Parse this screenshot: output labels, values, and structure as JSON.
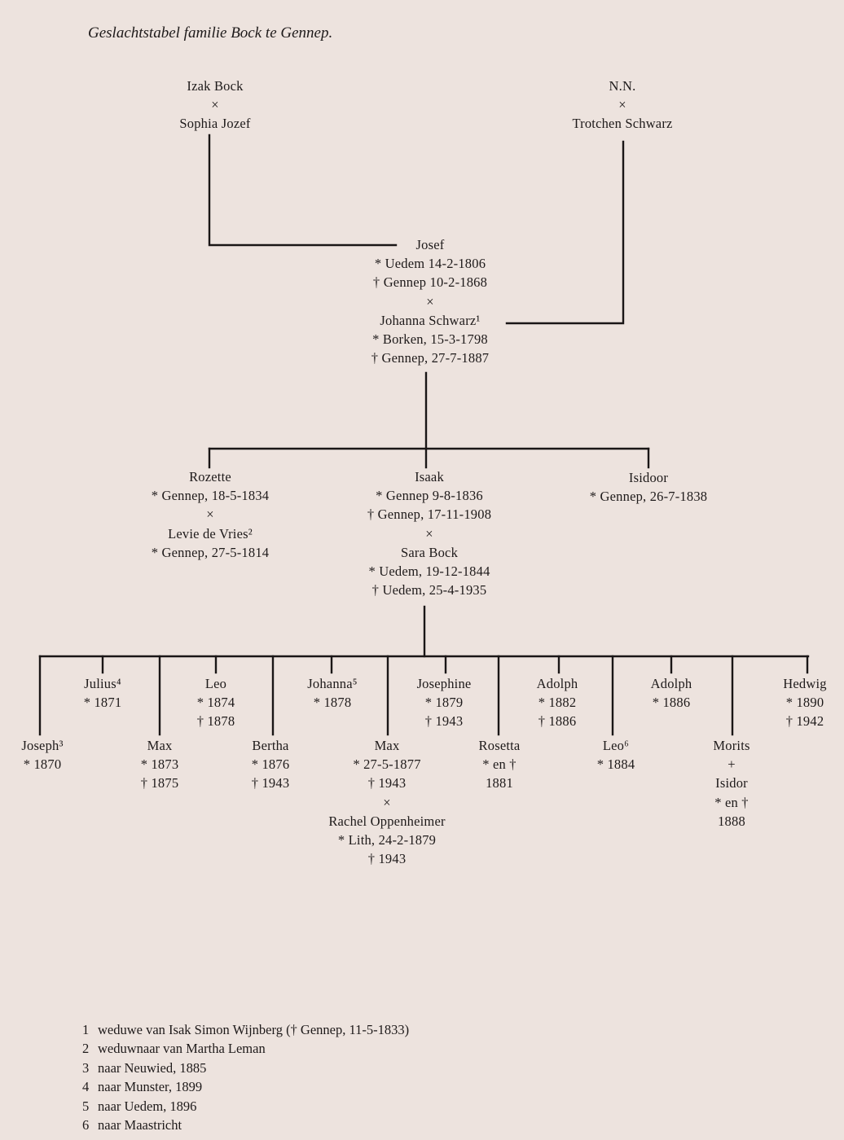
{
  "title": "Geslachtstabel familie Bock te Gennep.",
  "people": {
    "izak": {
      "lines": [
        "Izak Bock",
        "×",
        "Sophia Jozef"
      ]
    },
    "nn": {
      "lines": [
        "N.N.",
        "×",
        "Trotchen Schwarz"
      ]
    },
    "josef": {
      "lines": [
        "Josef",
        "* Uedem 14-2-1806",
        "† Gennep 10-2-1868",
        "×",
        "Johanna Schwarz¹",
        "* Borken, 15-3-1798",
        "† Gennep, 27-7-1887"
      ]
    },
    "rozette": {
      "lines": [
        "Rozette",
        "* Gennep, 18-5-1834",
        "×",
        "Levie de Vries²",
        "* Gennep, 27-5-1814"
      ]
    },
    "isaak": {
      "lines": [
        "Isaak",
        "* Gennep 9-8-1836",
        "† Gennep, 17-11-1908",
        "×",
        "Sara Bock",
        "* Uedem, 19-12-1844",
        "† Uedem, 25-4-1935"
      ]
    },
    "isidoor": {
      "lines": [
        "Isidoor",
        "* Gennep, 26-7-1838"
      ]
    },
    "joseph": {
      "lines": [
        "Joseph³",
        "* 1870"
      ]
    },
    "julius": {
      "lines": [
        "Julius⁴",
        "* 1871"
      ]
    },
    "max1": {
      "lines": [
        "Max",
        "* 1873",
        "† 1875"
      ]
    },
    "leo1": {
      "lines": [
        "Leo",
        "* 1874",
        "† 1878"
      ]
    },
    "bertha": {
      "lines": [
        "Bertha",
        "* 1876",
        "† 1943"
      ]
    },
    "johanna": {
      "lines": [
        "Johanna⁵",
        "* 1878"
      ]
    },
    "max2": {
      "lines": [
        "Max",
        "* 27-5-1877",
        "† 1943",
        "×",
        "Rachel Oppenheimer",
        "* Lith, 24-2-1879",
        "† 1943"
      ]
    },
    "josephine": {
      "lines": [
        "Josephine",
        "* 1879",
        "† 1943"
      ]
    },
    "rosetta": {
      "lines": [
        "Rosetta",
        "* en †",
        "1881"
      ]
    },
    "adolph1": {
      "lines": [
        "Adolph",
        "* 1882",
        "† 1886"
      ]
    },
    "leo2": {
      "lines": [
        "Leo⁶",
        "* 1884"
      ]
    },
    "adolph2": {
      "lines": [
        "Adolph",
        "* 1886"
      ]
    },
    "morits": {
      "lines": [
        "Morits",
        "+",
        "Isidor",
        "* en †",
        "1888"
      ]
    },
    "hedwig": {
      "lines": [
        "Hedwig",
        "* 1890",
        "† 1942"
      ]
    }
  },
  "notes": [
    {
      "num": "1",
      "text": "weduwe van Isak Simon Wijnberg († Gennep, 11-5-1833)"
    },
    {
      "num": "2",
      "text": "weduwnaar van Martha Leman"
    },
    {
      "num": "3",
      "text": "naar Neuwied, 1885"
    },
    {
      "num": "4",
      "text": "naar Munster, 1899"
    },
    {
      "num": "5",
      "text": "naar Uedem, 1896"
    },
    {
      "num": "6",
      "text": "naar Maastricht"
    }
  ]
}
